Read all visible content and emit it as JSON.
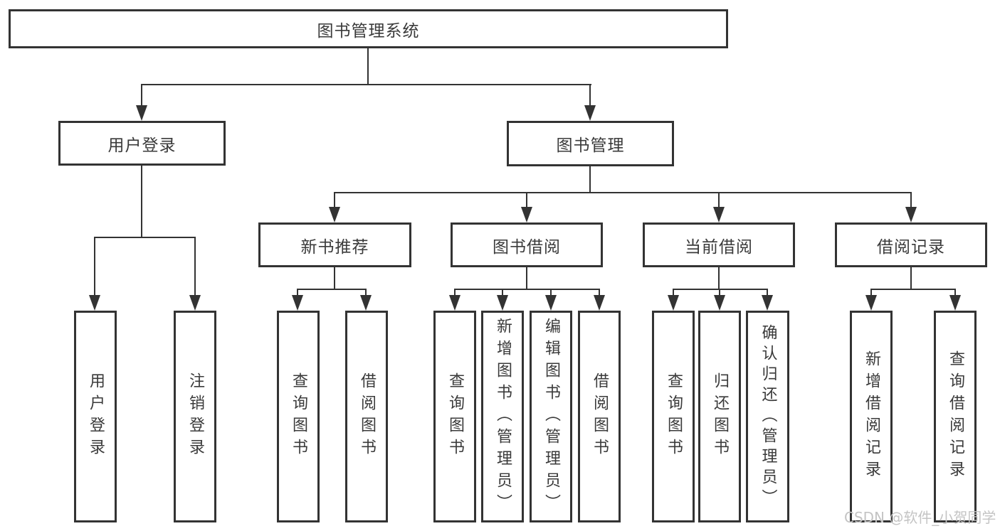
{
  "diagram_type": "hierarchy-structure-chart",
  "tree": {
    "label": "图书管理系统",
    "children": [
      {
        "label": "用户登录",
        "children": [
          {
            "label": "用户登录"
          },
          {
            "label": "注销登录"
          }
        ]
      },
      {
        "label": "图书管理",
        "children": [
          {
            "label": "新书推荐",
            "children": [
              {
                "label": "查询图书"
              },
              {
                "label": "借阅图书"
              }
            ]
          },
          {
            "label": "图书借阅",
            "children": [
              {
                "label": "查询图书"
              },
              {
                "label": "新增图书（管理员）"
              },
              {
                "label": "编辑图书（管理员）"
              },
              {
                "label": "借阅图书"
              }
            ]
          },
          {
            "label": "当前借阅",
            "children": [
              {
                "label": "查询图书"
              },
              {
                "label": "归还图书"
              },
              {
                "label": "确认归还（管理员）"
              }
            ]
          },
          {
            "label": "借阅记录",
            "children": [
              {
                "label": "新增借阅记录"
              },
              {
                "label": "查询借阅记录"
              }
            ]
          }
        ]
      }
    ]
  },
  "watermark": "CSDN @软件_小贺同学",
  "colors": {
    "line": "#333333",
    "box_border": "#333333",
    "text": "#3a3a3a",
    "background": "#ffffff",
    "watermark": "#c4c4c4"
  }
}
